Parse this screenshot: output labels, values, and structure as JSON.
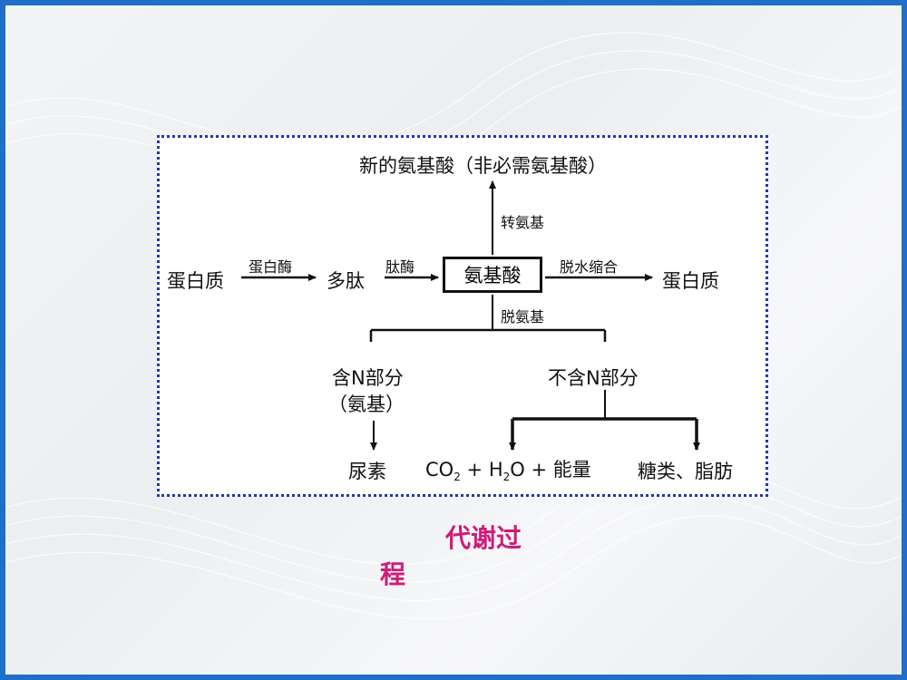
{
  "diagram": {
    "top_product": "新的氨基酸（非必需氨基酸）",
    "transamination_label": "转氨基",
    "protein_left": "蛋白质",
    "protease_label": "蛋白酶",
    "polypeptide": "多肽",
    "peptidase_label": "肽酶",
    "amino_acid": "氨基酸",
    "dehydration_label": "脱水缩合",
    "protein_right": "蛋白质",
    "deamination_label": "脱氨基",
    "n_part_line1": "含N部分",
    "n_part_line2": "（氨基）",
    "non_n_part": "不含N部分",
    "urea": "尿素",
    "formula": {
      "co": "CO",
      "co_sub": "2",
      "plus1": "+",
      "h": "H",
      "h_sub": "2",
      "o": "O",
      "plus2": "+",
      "energy": "能量"
    },
    "sugars_fats": "糖类、脂肪"
  },
  "caption": {
    "line1": "代谢过",
    "line2": "程"
  },
  "colors": {
    "frame": "#1f6fc8",
    "dotted_border": "#1f35b8",
    "caption": "#d11a7a"
  }
}
